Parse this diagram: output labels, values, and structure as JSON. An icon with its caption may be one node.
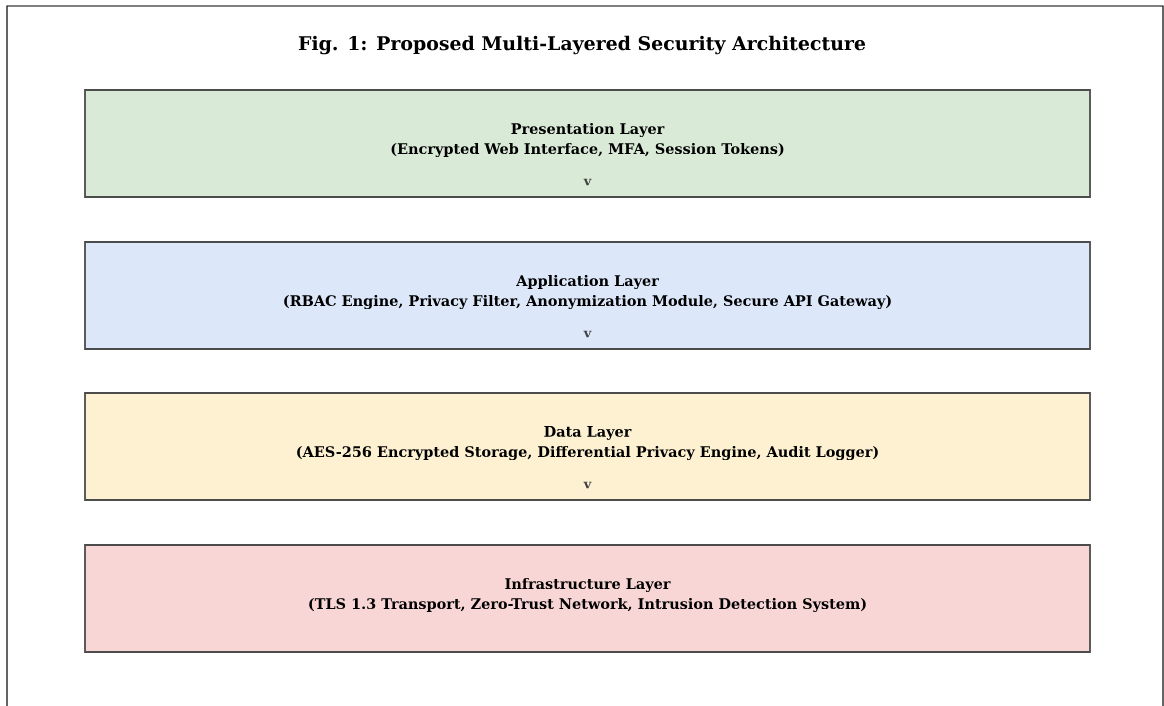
{
  "diagram": {
    "title": "Fig. 1: Proposed Multi-Layered Security Architecture",
    "nodes": [
      {
        "text": [
          "Presentation Layer",
          "(Encrypted Web Interface, MFA, Session Tokens)",
          "v"
        ]
      },
      {
        "text": [
          "Application Layer",
          "(RBAC Engine, Privacy Filter, Anonymization Module, Secure API Gateway)",
          "v"
        ]
      },
      {
        "text": [
          "Data Layer",
          "(AES-256 Encrypted Storage, Differential Privacy Engine, Audit Logger)",
          "v"
        ]
      },
      {
        "text": [
          "Infrastructure Layer",
          "(TLS 1.3 Transport, Zero-Trust Network, Intrusion Detection System)"
        ]
      }
    ]
  }
}
